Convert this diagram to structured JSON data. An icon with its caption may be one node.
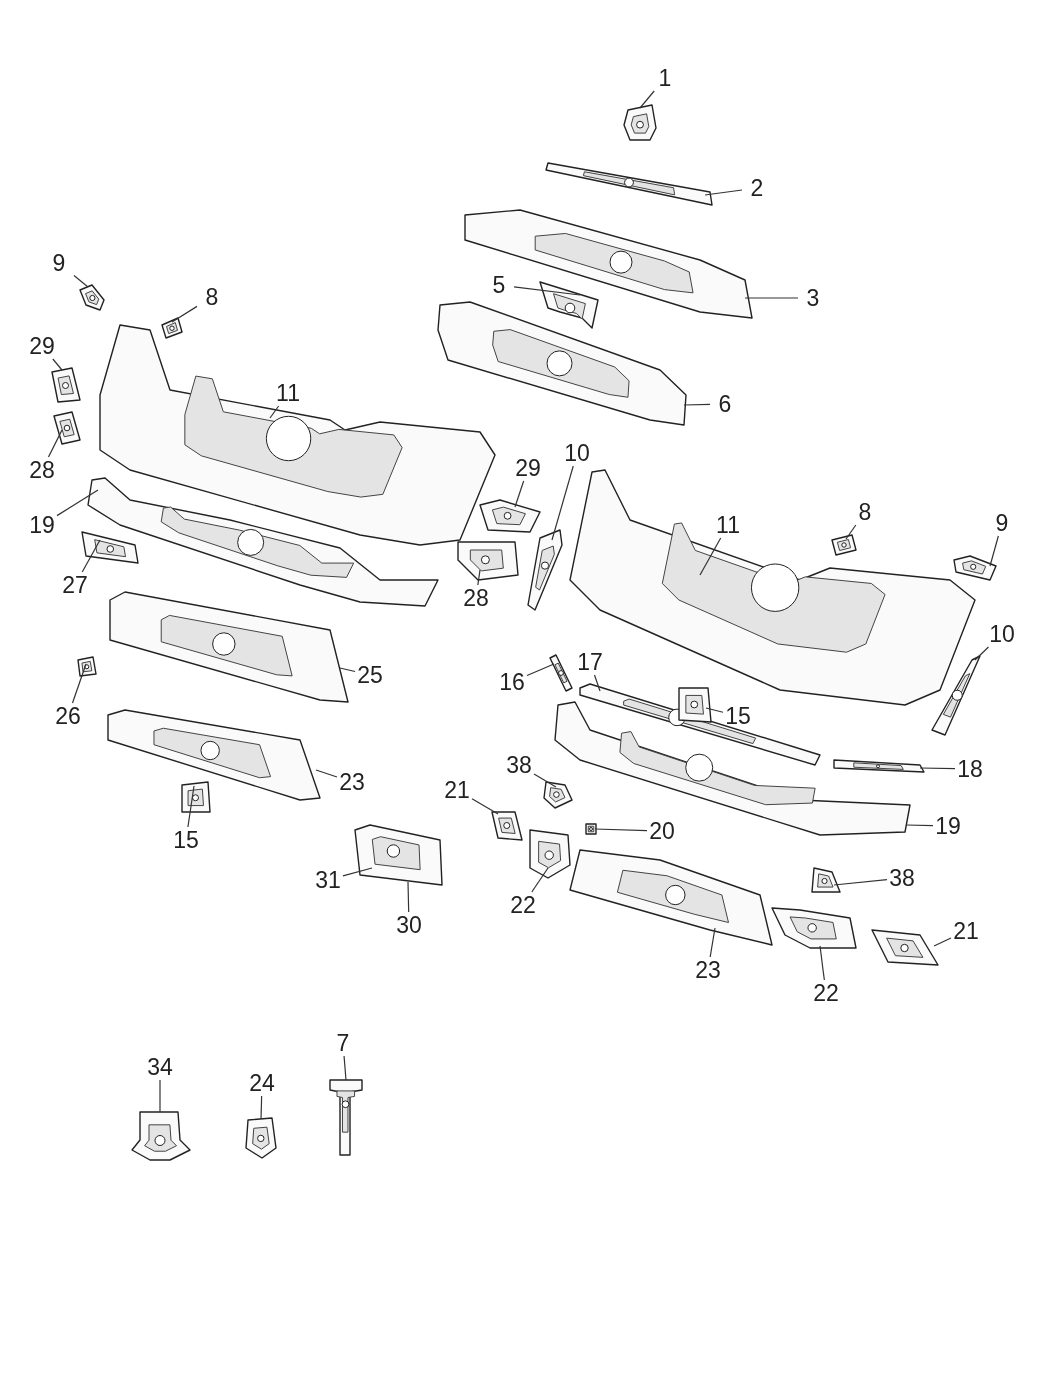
{
  "diagram": {
    "nodes": [
      {
        "text": [
          "1"
        ]
      },
      {
        "text": [],
        "shape": "picture"
      },
      {
        "text": [
          "2"
        ]
      },
      {
        "text": [],
        "shape": "picture"
      },
      {
        "text": [
          "3"
        ]
      },
      {
        "text": [],
        "shape": "picture"
      },
      {
        "text": [
          "5"
        ]
      },
      {
        "text": [],
        "shape": "picture"
      },
      {
        "text": [
          "6"
        ]
      },
      {
        "text": [],
        "shape": "picture"
      },
      {
        "text": [
          "9"
        ]
      },
      {
        "text": [],
        "shape": "picture"
      },
      {
        "text": [
          "8"
        ]
      },
      {
        "text": [],
        "shape": "picture"
      },
      {
        "text": [
          "29"
        ]
      },
      {
        "text": [],
        "shape": "picture"
      },
      {
        "text": [
          "11"
        ]
      },
      {
        "text": [],
        "shape": "picture"
      },
      {
        "text": [
          "28"
        ]
      },
      {
        "text": [],
        "shape": "picture"
      },
      {
        "text": [
          "19"
        ]
      },
      {
        "text": [],
        "shape": "picture"
      },
      {
        "text": [
          "27"
        ]
      },
      {
        "text": [],
        "shape": "picture"
      },
      {
        "text": [
          "25"
        ]
      },
      {
        "text": [],
        "shape": "picture"
      },
      {
        "text": [
          "26"
        ]
      },
      {
        "text": [],
        "shape": "picture"
      },
      {
        "text": [
          "23"
        ]
      },
      {
        "text": [],
        "shape": "picture"
      },
      {
        "text": [
          "15"
        ]
      },
      {
        "text": [],
        "shape": "picture"
      },
      {
        "text": [
          "29"
        ]
      },
      {
        "text": [],
        "shape": "picture"
      },
      {
        "text": [
          "28"
        ]
      },
      {
        "text": [],
        "shape": "picture"
      },
      {
        "text": [
          "10"
        ]
      },
      {
        "text": [],
        "shape": "picture"
      },
      {
        "text": [
          "11"
        ]
      },
      {
        "text": [],
        "shape": "picture"
      },
      {
        "text": [
          "8"
        ]
      },
      {
        "text": [],
        "shape": "picture"
      },
      {
        "text": [
          "9"
        ]
      },
      {
        "text": [],
        "shape": "picture"
      },
      {
        "text": [
          "10"
        ]
      },
      {
        "text": [],
        "shape": "picture"
      },
      {
        "text": [
          "16"
        ]
      },
      {
        "text": [],
        "shape": "picture"
      },
      {
        "text": [
          "17"
        ]
      },
      {
        "text": [],
        "shape": "picture"
      },
      {
        "text": [
          "15"
        ]
      },
      {
        "text": [],
        "shape": "picture"
      },
      {
        "text": [
          "18"
        ]
      },
      {
        "text": [],
        "shape": "picture"
      },
      {
        "text": [
          "19"
        ]
      },
      {
        "text": [],
        "shape": "picture"
      },
      {
        "text": [
          "38"
        ]
      },
      {
        "text": [],
        "shape": "picture"
      },
      {
        "text": [
          "21"
        ]
      },
      {
        "text": [],
        "shape": "picture"
      },
      {
        "text": [
          "20"
        ]
      },
      {
        "text": [],
        "shape": "picture"
      },
      {
        "text": [
          "22"
        ]
      },
      {
        "text": [],
        "shape": "picture"
      },
      {
        "text": [
          "31"
        ]
      },
      {
        "text": [],
        "shape": "picture"
      },
      {
        "text": [
          "30"
        ]
      },
      {
        "text": [
          "23"
        ]
      },
      {
        "text": [],
        "shape": "picture"
      },
      {
        "text": [
          "38"
        ]
      },
      {
        "text": [],
        "shape": "picture"
      },
      {
        "text": [
          "22"
        ]
      },
      {
        "text": [],
        "shape": "picture"
      },
      {
        "text": [
          "21"
        ]
      },
      {
        "text": [],
        "shape": "picture"
      },
      {
        "text": [
          "34"
        ]
      },
      {
        "text": [],
        "shape": "picture"
      },
      {
        "text": [
          "24"
        ]
      },
      {
        "text": [],
        "shape": "picture"
      },
      {
        "text": [
          "7"
        ]
      },
      {
        "text": [],
        "shape": "picture"
      }
    ],
    "edges": [
      {
        "from": 0,
        "to": 1,
        "arrow": "none"
      },
      {
        "from": 2,
        "to": 3,
        "arrow": "none"
      },
      {
        "from": 4,
        "to": 5,
        "arrow": "none"
      },
      {
        "from": 6,
        "to": 7,
        "arrow": "none"
      },
      {
        "from": 8,
        "to": 9,
        "arrow": "none"
      },
      {
        "from": 10,
        "to": 11,
        "arrow": "none"
      },
      {
        "from": 12,
        "to": 13,
        "arrow": "none"
      },
      {
        "from": 14,
        "to": 15,
        "arrow": "none"
      },
      {
        "from": 16,
        "to": 17,
        "arrow": "none"
      },
      {
        "from": 18,
        "to": 19,
        "arrow": "none"
      },
      {
        "from": 20,
        "to": 21,
        "arrow": "none"
      },
      {
        "from": 22,
        "to": 23,
        "arrow": "none"
      },
      {
        "from": 24,
        "to": 25,
        "arrow": "none"
      },
      {
        "from": 26,
        "to": 27,
        "arrow": "none"
      },
      {
        "from": 28,
        "to": 29,
        "arrow": "none"
      },
      {
        "from": 30,
        "to": 31,
        "arrow": "none"
      },
      {
        "from": 32,
        "to": 33,
        "arrow": "none"
      },
      {
        "from": 34,
        "to": 35,
        "arrow": "none"
      },
      {
        "from": 36,
        "to": 37,
        "arrow": "none"
      },
      {
        "from": 38,
        "to": 39,
        "arrow": "none"
      },
      {
        "from": 40,
        "to": 41,
        "arrow": "none"
      },
      {
        "from": 42,
        "to": 43,
        "arrow": "none"
      },
      {
        "from": 44,
        "to": 45,
        "arrow": "none"
      },
      {
        "from": 46,
        "to": 47,
        "arrow": "none"
      },
      {
        "from": 48,
        "to": 49,
        "arrow": "none"
      },
      {
        "from": 50,
        "to": 51,
        "arrow": "none"
      },
      {
        "from": 52,
        "to": 53,
        "arrow": "none"
      },
      {
        "from": 54,
        "to": 55,
        "arrow": "none"
      },
      {
        "from": 56,
        "to": 57,
        "arrow": "none"
      },
      {
        "from": 58,
        "to": 59,
        "arrow": "none"
      },
      {
        "from": 60,
        "to": 61,
        "arrow": "none"
      },
      {
        "from": 62,
        "to": 63,
        "arrow": "none"
      },
      {
        "from": 64,
        "to": 65,
        "arrow": "none"
      },
      {
        "from": 66,
        "to": 65,
        "arrow": "none"
      },
      {
        "from": 67,
        "to": 68,
        "arrow": "none"
      },
      {
        "from": 69,
        "to": 70,
        "arrow": "none"
      },
      {
        "from": 71,
        "to": 72,
        "arrow": "none"
      },
      {
        "from": 73,
        "to": 74,
        "arrow": "none"
      },
      {
        "from": 75,
        "to": 76,
        "arrow": "none"
      },
      {
        "from": 77,
        "to": 78,
        "arrow": "none"
      },
      {
        "from": 79,
        "to": 80,
        "arrow": "none"
      }
    ]
  }
}
